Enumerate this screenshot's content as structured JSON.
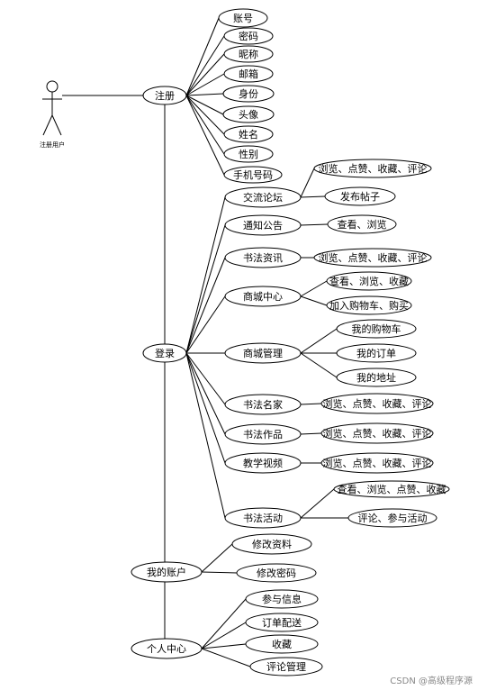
{
  "actor": {
    "label": "注册用户"
  },
  "watermark": "CSDN @高级程序源",
  "nodes": {
    "register": "注册",
    "login": "登录",
    "account": "我的账户",
    "personal": "个人中心",
    "reg_account": "账号",
    "reg_password": "密码",
    "reg_nickname": "昵称",
    "reg_email": "邮箱",
    "reg_identity": "身份",
    "reg_avatar": "头像",
    "reg_name": "姓名",
    "reg_gender": "性别",
    "reg_phone": "手机号码",
    "forum": "交流论坛",
    "notice": "通知公告",
    "news": "书法资讯",
    "mall": "商城中心",
    "mall_manage": "商城管理",
    "masters": "书法名家",
    "works": "书法作品",
    "video": "教学视频",
    "activity": "书法活动",
    "forum_browse": "浏览、点赞、收藏、评论",
    "forum_post": "发布帖子",
    "notice_view": "查看、浏览",
    "news_browse": "浏览、点赞、收藏、评论",
    "mall_view": "查看、浏览、收藏",
    "mall_cart": "加入购物车、购买",
    "my_cart": "我的购物车",
    "my_orders": "我的订单",
    "my_address": "我的地址",
    "masters_browse": "浏览、点赞、收藏、评论",
    "works_browse": "浏览、点赞、收藏、评论",
    "video_browse": "浏览、点赞、收藏、评论",
    "activity_view": "查看、浏览、点赞、收藏",
    "activity_join": "评论、参与活动",
    "edit_profile": "修改资料",
    "edit_password": "修改密码",
    "participation": "参与信息",
    "delivery": "订单配送",
    "favorites": "收藏",
    "comment_manage": "评论管理"
  }
}
